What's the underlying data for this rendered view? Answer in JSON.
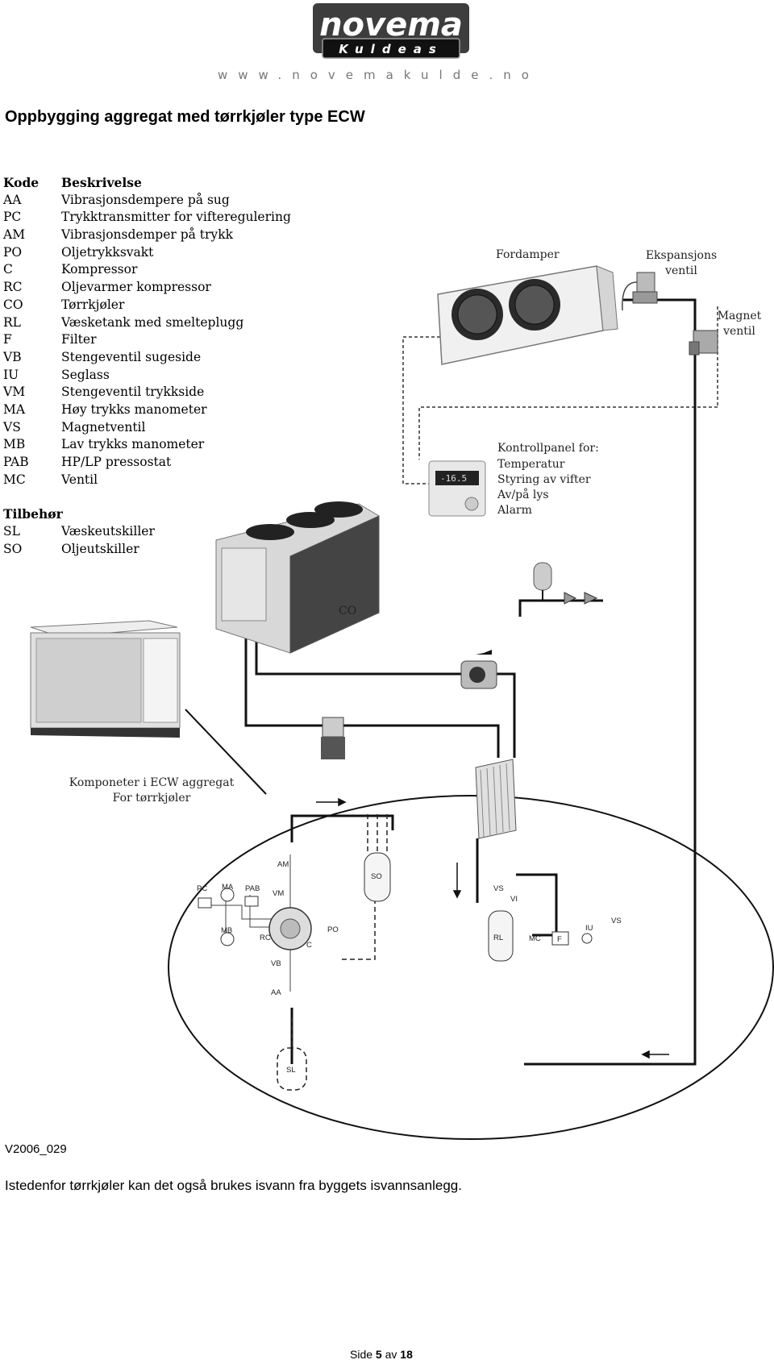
{
  "logo": {
    "brand": "novema",
    "sub": "Kuldeas",
    "url": "www.novemakulde.no"
  },
  "title": "Oppbygging aggregat med tørrkjøler type ECW",
  "legend": {
    "code_header": "Kode",
    "desc_header": "Beskrivelse",
    "items": [
      {
        "code": "AA",
        "desc": "Vibrasjonsdempere på sug"
      },
      {
        "code": "PC",
        "desc": "Trykktransmitter for vifteregulering"
      },
      {
        "code": "AM",
        "desc": "Vibrasjonsdemper på trykk"
      },
      {
        "code": "PO",
        "desc": "Oljetrykksvakt"
      },
      {
        "code": "C",
        "desc": "Kompressor"
      },
      {
        "code": "RC",
        "desc": "Oljevarmer kompressor"
      },
      {
        "code": "CO",
        "desc": "Tørrkjøler"
      },
      {
        "code": "RL",
        "desc": "Væsketank med smelteplugg"
      },
      {
        "code": "F",
        "desc": "Filter"
      },
      {
        "code": "VB",
        "desc": "Stengeventil sugeside"
      },
      {
        "code": "IU",
        "desc": "Seglass"
      },
      {
        "code": "VM",
        "desc": "Stengeventil trykkside"
      },
      {
        "code": "MA",
        "desc": "Høy trykks manometer"
      },
      {
        "code": "VS",
        "desc": "Magnetventil"
      },
      {
        "code": "MB",
        "desc": "Lav trykks manometer"
      },
      {
        "code": "PAB",
        "desc": "HP/LP pressostat"
      },
      {
        "code": "MC",
        "desc": "Ventil"
      }
    ],
    "accessories_title": "Tilbehør",
    "accessories": [
      {
        "code": "SL",
        "desc": "Væskeutskiller"
      },
      {
        "code": "SO",
        "desc": "Oljeutskiller"
      }
    ]
  },
  "diagram": {
    "fordamper": "Fordamper",
    "ekspansjons": [
      "Ekspansjons",
      "ventil"
    ],
    "magnet": [
      "Magnet",
      "ventil"
    ],
    "kontroll": [
      "Kontrollpanel for:",
      "Temperatur",
      "Styring av vifter",
      "Av/på lys",
      "Alarm"
    ],
    "display": "-16.5",
    "co": "CO",
    "komponenter": [
      "Komponeter i ECW aggregat",
      "For tørrkjøler"
    ],
    "schematic_labels": {
      "am": "AM",
      "vm": "VM",
      "pc": "PC",
      "ma": "MA",
      "pab": "PAB",
      "mb": "MB",
      "rc": "RC",
      "c": "C",
      "po": "PO",
      "vb": "VB",
      "aa": "AA",
      "sl": "SL",
      "so": "SO",
      "vs": "VS",
      "vi": "VI",
      "rl": "RL",
      "mc": "MC",
      "f": "F",
      "iu": "IU",
      "vs2": "VS"
    }
  },
  "footer": {
    "id": "V2006_029",
    "note": "Istedenfor tørrkjøler kan det også brukes isvann fra byggets isvannsanlegg.",
    "page_prefix": "Side",
    "page_num": "5",
    "page_mid": "av",
    "page_total": "18"
  }
}
